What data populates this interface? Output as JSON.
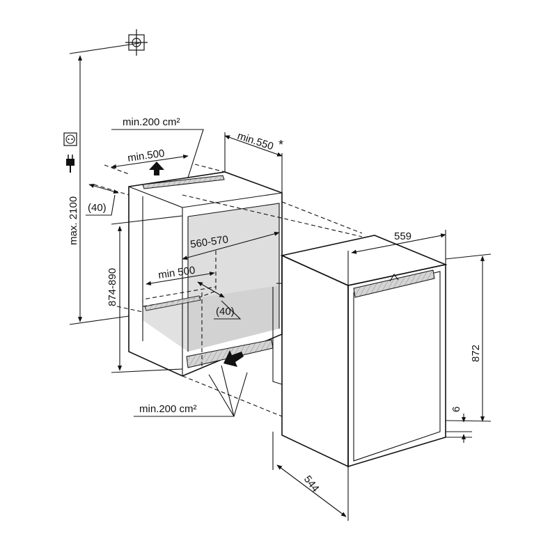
{
  "labels": {
    "max_height": "max. 2100",
    "niche_height": "874-890",
    "top_vent_area": "min.200 cm²",
    "top_vent_depth": "min.500",
    "niche_depth": "min.550",
    "asterisk": "*",
    "top_offset": "(40)",
    "niche_width": "560-570",
    "bottom_vent_depth": "min 500",
    "bottom_offset": "(40)",
    "bottom_vent_area": "min.200 cm²",
    "appliance_width": "559",
    "appliance_height": "872",
    "plinth_gap": "6",
    "appliance_depth": "544"
  },
  "icons": {
    "tape_measure": "tape-measure-symbol-icon",
    "socket": "power-socket-icon",
    "plug": "power-plug-icon",
    "vent_up": "airflow-up-arrow-icon",
    "vent_in": "airflow-in-arrow-icon"
  },
  "colors": {
    "line": "#111111",
    "shade": "#c8c8c8"
  }
}
